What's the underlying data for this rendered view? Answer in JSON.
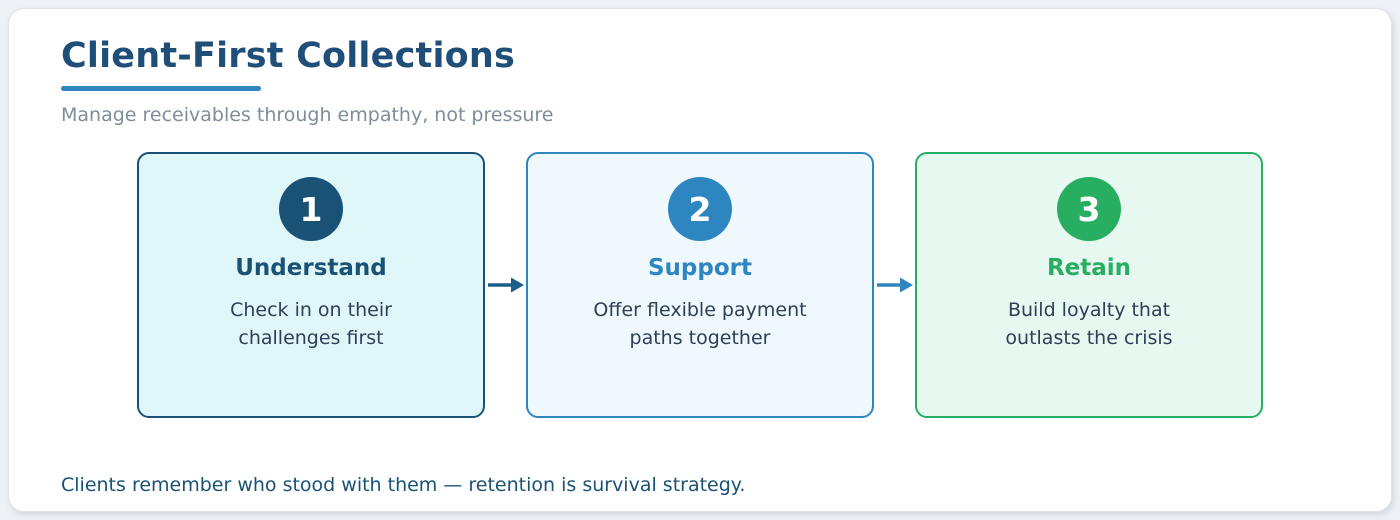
{
  "page": {
    "title": "Client-First Collections",
    "subtitle": "Manage receivables through empathy, not pressure",
    "footer": "Clients remember who stood with them — retention is survival strategy."
  },
  "colors": {
    "page_background": "#eef1f5",
    "panel_background": "#ffffff",
    "title": "#1f4e79",
    "title_underline": "#2e86c1",
    "subtitle": "#7f8c9b",
    "description_text": "#2e4057",
    "footer_text": "#1a5276",
    "step_number_text": "#ffffff"
  },
  "steps": [
    {
      "number": "1",
      "title": "Understand",
      "desc_line1": "Check in on their",
      "desc_line2": "challenges first",
      "accent": "#1a5276",
      "background": "#e0f7fa"
    },
    {
      "number": "2",
      "title": "Support",
      "desc_line1": "Offer flexible payment",
      "desc_line2": "paths together",
      "accent": "#2e86c1",
      "background": "#eef8fd"
    },
    {
      "number": "3",
      "title": "Retain",
      "desc_line1": "Build loyalty that",
      "desc_line2": "outlasts the crisis",
      "accent": "#27ae60",
      "background": "#e7f8f1"
    }
  ],
  "arrows": [
    {
      "icon": "arrow-right-icon",
      "color": "#1b5e8a"
    },
    {
      "icon": "arrow-right-icon",
      "color": "#2e86c1"
    }
  ]
}
